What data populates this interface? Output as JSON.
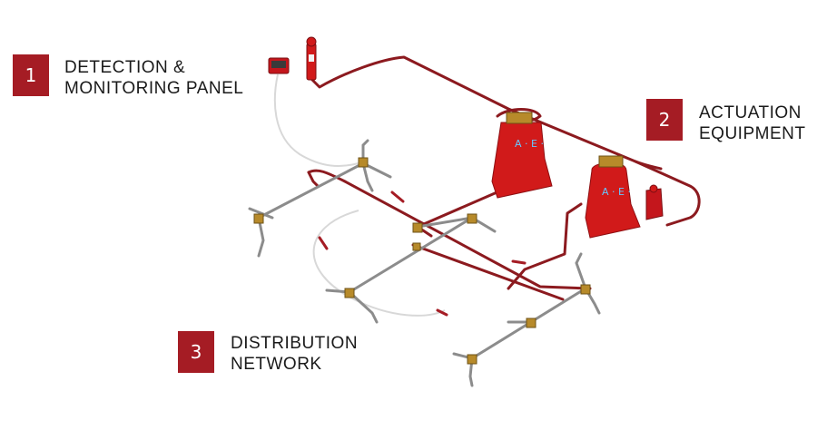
{
  "colors": {
    "accent": "#a51c24",
    "pipe": "#8c1a1f",
    "tank": "#d11a1a",
    "tank_text": "#66c7ff",
    "steel": "#8c8c8c",
    "brass": "#b78a2a",
    "tube": "#d8d8d8"
  },
  "callouts": [
    {
      "number": "1",
      "line1": "DETECTION &",
      "line2": "MONITORING PANEL"
    },
    {
      "number": "2",
      "line1": "ACTUATION",
      "line2": "EQUIPMENT"
    },
    {
      "number": "3",
      "line1": "DISTRIBUTION",
      "line2": "NETWORK"
    }
  ],
  "tank_marking": "A · E ·"
}
